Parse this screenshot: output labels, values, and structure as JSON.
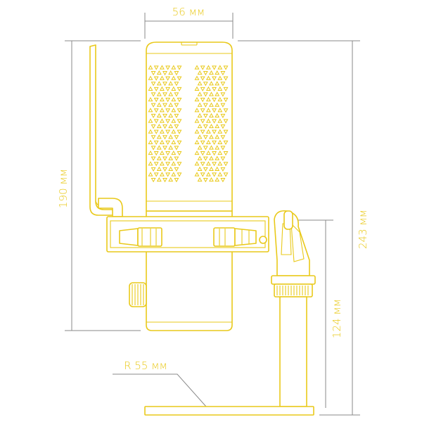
{
  "diagram": {
    "dimensions": {
      "width_top": "56 мм",
      "height_body": "190 мм",
      "height_total": "243 мм",
      "height_stand": "124 мм",
      "base_radius": "R 55 мм"
    },
    "colors": {
      "outline": "#e9c91a",
      "dimension_line": "#8a8a8a",
      "background": "#ffffff"
    }
  }
}
